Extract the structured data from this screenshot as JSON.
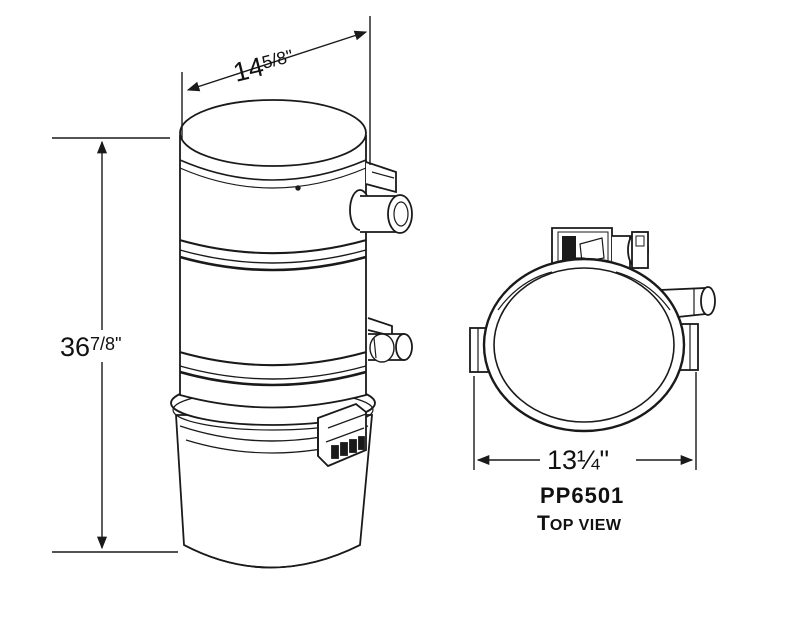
{
  "dimensions": {
    "width_top_whole": "14",
    "width_top_frac": "5/8\"",
    "height_whole": "36",
    "height_frac": "7/8\"",
    "top_view_width": "13¼\""
  },
  "caption": {
    "model": "PP6501",
    "view_first": "T",
    "view_rest": "OP VIEW"
  },
  "colors": {
    "line": "#1a1a1a",
    "fill": "#ffffff"
  }
}
